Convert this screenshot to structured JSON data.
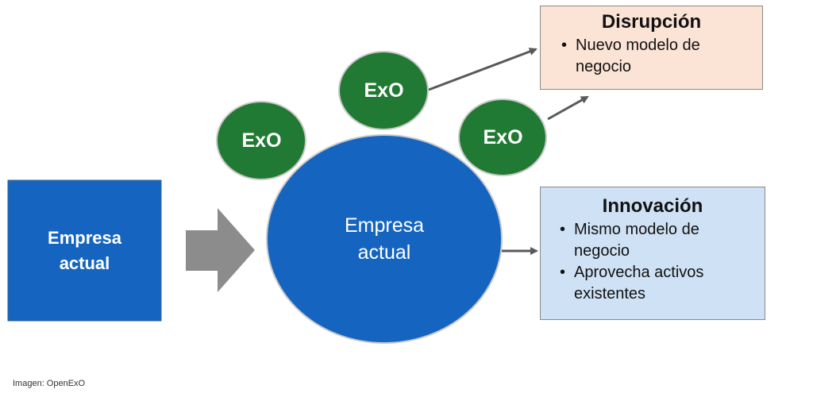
{
  "diagram": {
    "current_company_box": {
      "label_line1": "Empresa",
      "label_line2": "actual"
    },
    "current_company_circle": {
      "label_line1": "Empresa",
      "label_line2": "actual"
    },
    "exo_circles": [
      {
        "label": "ExO"
      },
      {
        "label": "ExO"
      },
      {
        "label": "ExO"
      }
    ],
    "disruption": {
      "title": "Disrupción",
      "bullets": [
        "Nuevo modelo de negocio"
      ],
      "bullet_lines": [
        [
          "Nuevo modelo de",
          "negocio"
        ]
      ]
    },
    "innovation": {
      "title": "Innovación",
      "bullets": [
        "Mismo modelo de negocio",
        "Aprovecha activos existentes"
      ],
      "bullet_lines": [
        [
          "Mismo modelo de",
          "negocio"
        ],
        [
          "Aprovecha activos",
          "existentes"
        ]
      ]
    },
    "caption": "Imagen: OpenExO"
  },
  "colors": {
    "square_fill": "#1565c0",
    "circle_fill": "#1565c0",
    "exo_fill": "#217a33",
    "exo_stroke": "#c9c9c9",
    "arrow_gray": "#595959",
    "big_arrow_gray": "#8c8c8c",
    "disruption_bg": "#fbe3d6",
    "innovation_bg": "#cfe2f5"
  }
}
